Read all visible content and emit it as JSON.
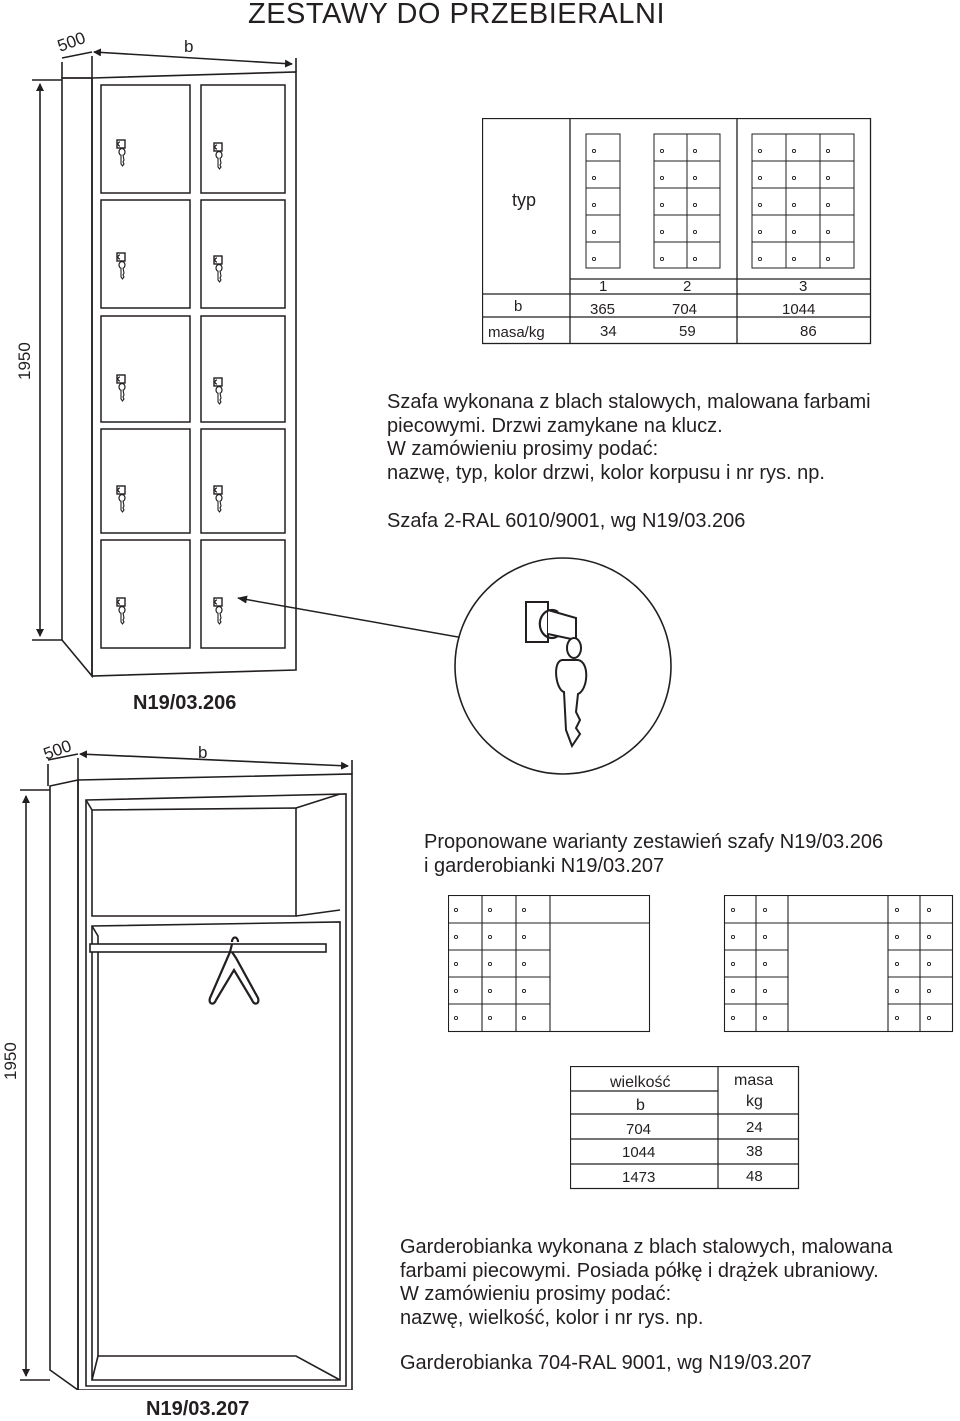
{
  "title": "ZESTAWY  DO  PRZEBIERALNI",
  "locker": {
    "dims": {
      "depth": "500",
      "width": "b",
      "height": "1950"
    },
    "code": "N19/03.206",
    "type_table": {
      "typ_label": "typ",
      "types": [
        "1",
        "2",
        "3"
      ],
      "b_label": "b",
      "b_values": [
        "365",
        "704",
        "1044"
      ],
      "mass_label": "masa/kg",
      "mass_values": [
        "34",
        "59",
        "86"
      ]
    },
    "description": [
      "Szafa  wykonana  z  blach  stalowych,  malowana  farbami",
      "piecowymi. Drzwi  zamykane  na  klucz.",
      "W  zamówieniu  prosimy  podać:",
      "nazwę, typ, kolor  drzwi, kolor  korpusu  i  nr  rys. np."
    ],
    "example": "Szafa  2-RAL 6010/9001, wg  N19/03.206"
  },
  "wardrobe": {
    "dims": {
      "depth": "500",
      "width": "b",
      "height": "1950"
    },
    "code": "N19/03.207",
    "variants_text": [
      "Proponowane  warianty  zestawień  szafy  N19/03.206",
      "i  garderobianki  N19/03.207"
    ],
    "size_table": {
      "header_left": "wielkość",
      "header_left_sub": "b",
      "header_right": "masa",
      "header_right_sub": "kg",
      "rows": [
        {
          "b": "704",
          "kg": "24"
        },
        {
          "b": "1044",
          "kg": "38"
        },
        {
          "b": "1473",
          "kg": "48"
        }
      ]
    },
    "description": [
      "Garderobianka  wykonana  z  blach  stalowych,  malowana",
      "farbami piecowymi. Posiada  półkę  i  drążek  ubraniowy.",
      "W  zamówieniu  prosimy  podać:",
      "nazwę, wielkość, kolor  i  nr  rys. np."
    ],
    "example": "Garderobianka  704-RAL 9001, wg  N19/03.207"
  },
  "colors": {
    "line": "#231f20",
    "paper": "#ffffff"
  }
}
